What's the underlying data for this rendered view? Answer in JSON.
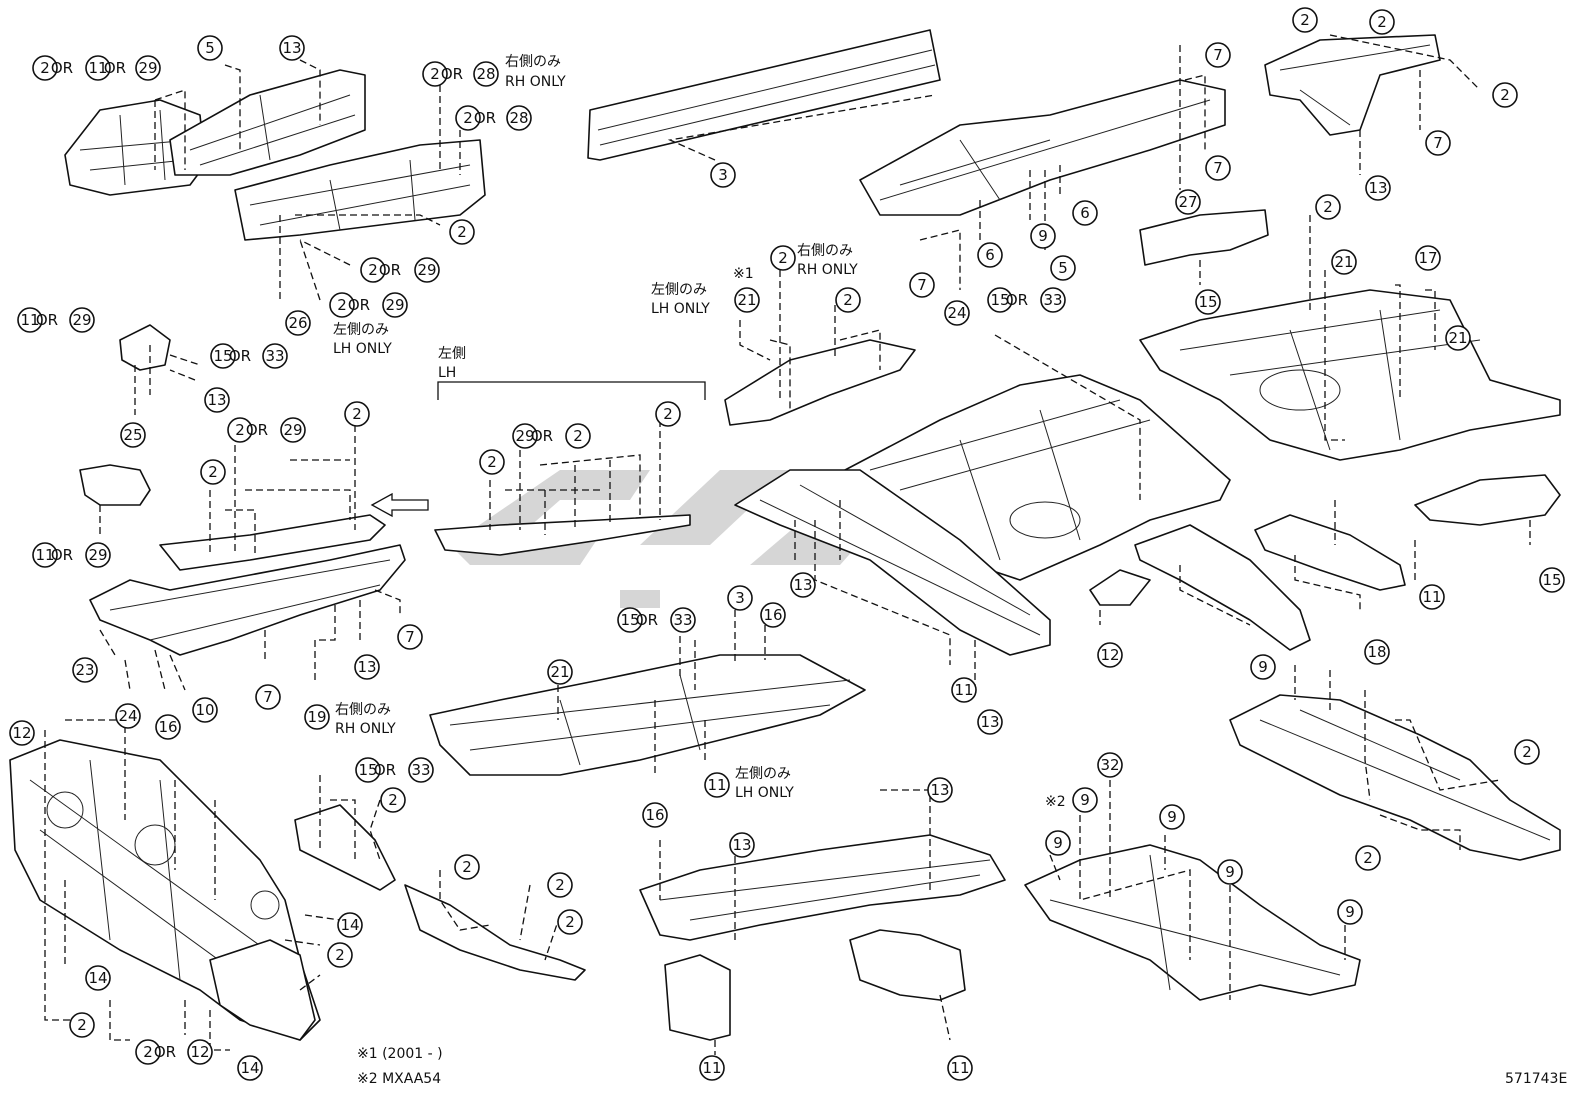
{
  "diagram_code": "571743E",
  "or_word": "OR",
  "notes": {
    "rh_only_jp": "右側のみ",
    "rh_only_en": "RH ONLY",
    "lh_only_jp": "左側のみ",
    "lh_only_en": "LH ONLY",
    "lh_side_jp": "左側",
    "lh_side_en": "LH",
    "mark_1": "※1",
    "mark_2": "※2",
    "footnote_1": "※1 (2001 -        )",
    "footnote_2": "※2 MXAA54"
  },
  "callouts": {
    "c1": "2",
    "c2": "11",
    "c3": "29",
    "c4": "5",
    "c5": "13",
    "c6": "2",
    "c7": "28",
    "c8": "2",
    "c9": "28",
    "c10": "2",
    "c11": "2",
    "c12": "29",
    "c13": "2",
    "c14": "29",
    "c15": "26",
    "c16": "3",
    "c17": "2",
    "c18": "7",
    "c19": "7",
    "c20": "27",
    "c21": "6",
    "c22": "9",
    "c23": "5",
    "c24": "6",
    "c25": "7",
    "c26": "24",
    "c27": "2",
    "c28": "2",
    "c29": "7",
    "c30": "13",
    "c31": "2",
    "c32": "21",
    "c33": "2",
    "c34": "15",
    "c35": "33",
    "c36": "2",
    "c37": "21",
    "c38": "17",
    "c39": "15",
    "c40": "21",
    "c41": "11",
    "c42": "29",
    "c43": "15",
    "c44": "33",
    "c45": "13",
    "c46": "25",
    "c47": "2",
    "c48": "29",
    "c49": "2",
    "c50": "2",
    "c51": "2",
    "c52": "2",
    "c53": "29",
    "c54": "2",
    "c55": "11",
    "c56": "29",
    "c57": "7",
    "c58": "23",
    "c59": "13",
    "c60": "24",
    "c61": "16",
    "c62": "10",
    "c63": "7",
    "c64": "19",
    "c65": "13",
    "c66": "11",
    "c67": "13",
    "c68": "12",
    "c69": "9",
    "c70": "18",
    "c71": "11",
    "c72": "15",
    "c73": "15",
    "c74": "33",
    "c75": "3",
    "c76": "16",
    "c77": "21",
    "c78": "11",
    "c79": "16",
    "c80": "12",
    "c81": "14",
    "c82": "2",
    "c83": "14",
    "c84": "2",
    "c85": "2",
    "c86": "12",
    "c87": "14",
    "c88": "15",
    "c89": "33",
    "c90": "2",
    "c91": "2",
    "c92": "2",
    "c93": "2",
    "c94": "13",
    "c95": "13",
    "c96": "11",
    "c97": "11",
    "c98": "32",
    "c99": "9",
    "c100": "9",
    "c101": "9",
    "c102": "9",
    "c103": "9",
    "c104": "2",
    "c105": "2"
  }
}
